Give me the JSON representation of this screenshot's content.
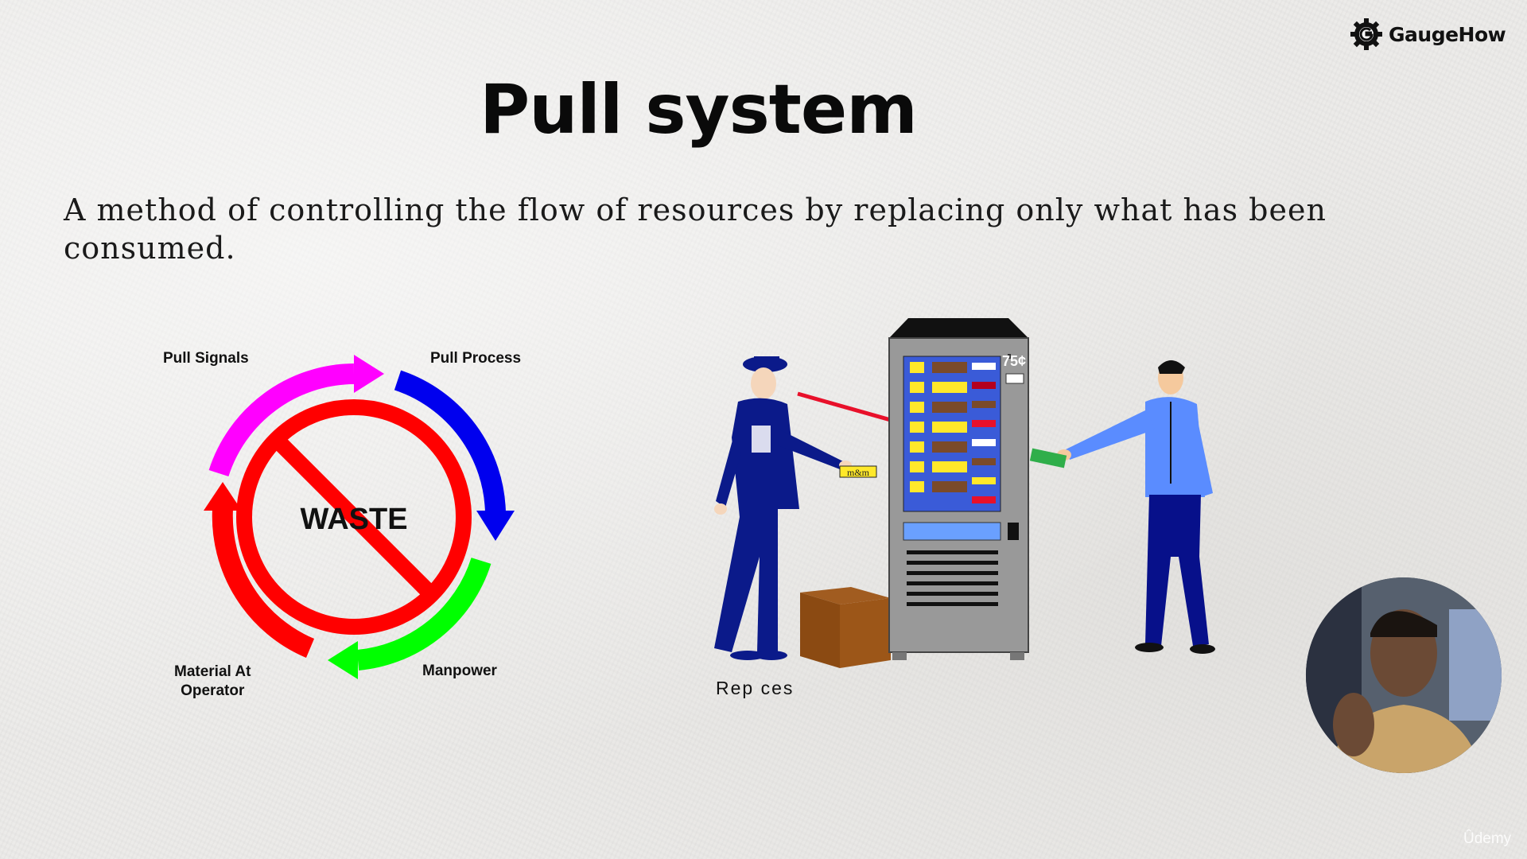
{
  "brand": {
    "name": "GaugeHow",
    "icon": "gear-g-icon"
  },
  "slide": {
    "title": "Pull system",
    "definition": "A method of controlling the flow of resources by replacing only what has been consumed."
  },
  "cycle": {
    "center_text": "WASTE",
    "labels": {
      "pull_signals": "Pull Signals",
      "pull_process": "Pull Process",
      "manpower": "Manpower",
      "material_line1": "Material At",
      "material_line2": "Operator"
    },
    "colors": {
      "magenta": "#ff00ff",
      "blue": "#0000ee",
      "green": "#00ff00",
      "red": "#ff0000"
    }
  },
  "illustration": {
    "product_label": "m&m",
    "price": "75¢",
    "caption": "Rep  ces"
  },
  "watermark": "Ûdemy"
}
